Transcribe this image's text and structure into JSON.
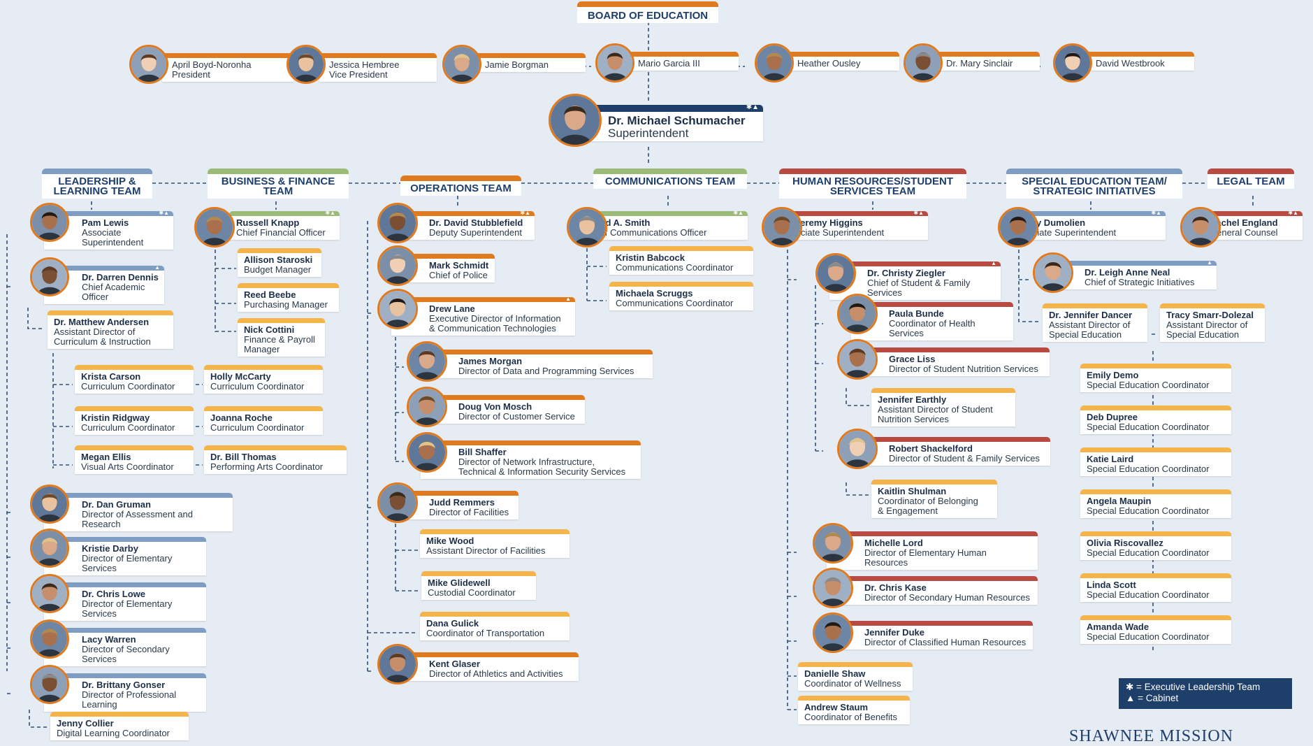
{
  "title": "BOARD OF EDUCATION",
  "colors": {
    "blue": "#7f9cc2",
    "green": "#9dbb78",
    "orange": "#e07a1f",
    "red": "#b84a42",
    "yellow": "#f5b44a",
    "navy": "#1f3f6b"
  },
  "board": [
    {
      "name": "April Boyd-Noronha",
      "title": "President"
    },
    {
      "name": "Jessica Hembree",
      "title": "Vice President"
    },
    {
      "name": "Jamie Borgman",
      "title": ""
    },
    {
      "name": "Mario Garcia III",
      "title": ""
    },
    {
      "name": "Heather Ousley",
      "title": ""
    },
    {
      "name": "Dr. Mary Sinclair",
      "title": ""
    },
    {
      "name": "David Westbrook",
      "title": ""
    }
  ],
  "superintendent": {
    "name": "Dr. Michael Schumacher",
    "title": "Superintendent",
    "badge": "✱▲"
  },
  "teams": [
    {
      "label": "LEADERSHIP &\nLEARNING TEAM",
      "color": "blue"
    },
    {
      "label": "BUSINESS & FINANCE\nTEAM",
      "color": "green"
    },
    {
      "label": "OPERATIONS TEAM",
      "color": "orange"
    },
    {
      "label": "COMMUNICATIONS TEAM",
      "color": "green"
    },
    {
      "label": "HUMAN RESOURCES/STUDENT\nSERVICES TEAM",
      "color": "red"
    },
    {
      "label": "SPECIAL EDUCATION TEAM/\nSTRATEGIC INITIATIVES",
      "color": "blue"
    },
    {
      "label": "LEGAL TEAM",
      "color": "red"
    }
  ],
  "people": [
    {
      "name": "Pam Lewis",
      "title": "Associate Superintendent",
      "badge": "✱▲"
    },
    {
      "name": "Dr. Darren Dennis",
      "title": "Chief Academic Officer",
      "badge": "▲"
    },
    {
      "name": "Dr. Matthew Andersen",
      "title": "Assistant Director of\nCurriculum & Instruction"
    },
    {
      "name": "Krista Carson",
      "title": "Curriculum Coordinator"
    },
    {
      "name": "Holly McCarty",
      "title": "Curriculum Coordinator"
    },
    {
      "name": "Kristin Ridgway",
      "title": "Curriculum Coordinator"
    },
    {
      "name": "Joanna Roche",
      "title": "Curriculum Coordinator"
    },
    {
      "name": "Megan Ellis",
      "title": "Visual Arts Coordinator"
    },
    {
      "name": "Dr. Bill Thomas",
      "title": "Performing Arts Coordinator"
    },
    {
      "name": "Dr. Dan Gruman",
      "title": "Director of Assessment and Research"
    },
    {
      "name": "Kristie Darby",
      "title": "Director of Elementary Services"
    },
    {
      "name": "Dr. Chris Lowe",
      "title": "Director of Elementary Services"
    },
    {
      "name": "Lacy Warren",
      "title": "Director of Secondary Services"
    },
    {
      "name": "Dr. Brittany Gonser",
      "title": "Director of Professional Learning"
    },
    {
      "name": "Jenny Collier",
      "title": "Digital Learning Coordinator"
    },
    {
      "name": "Russell Knapp",
      "title": "Chief Financial Officer",
      "badge": "✱▲"
    },
    {
      "name": "Allison Staroski",
      "title": "Budget Manager"
    },
    {
      "name": "Reed Beebe",
      "title": "Purchasing Manager"
    },
    {
      "name": "Nick Cottini",
      "title": "Finance & Payroll\nManager"
    },
    {
      "name": "Dr. David Stubblefield",
      "title": "Deputy Superintendent",
      "badge": "✱▲"
    },
    {
      "name": "Mark Schmidt",
      "title": "Chief of Police"
    },
    {
      "name": "Drew Lane",
      "title": "Executive Director of Information\n& Communication Technologies",
      "badge": "▲"
    },
    {
      "name": "James Morgan",
      "title": "Director of Data and Programming Services"
    },
    {
      "name": "Doug Von Mosch",
      "title": "Director of Customer Service"
    },
    {
      "name": "Bill Shaffer",
      "title": "Director of Network Infrastructure,\nTechnical & Information Security Services"
    },
    {
      "name": "Judd Remmers",
      "title": "Director of Facilities"
    },
    {
      "name": "Mike Wood",
      "title": "Assistant Director of Facilities"
    },
    {
      "name": "Mike Glidewell",
      "title": "Custodial Coordinator"
    },
    {
      "name": "Dana Gulick",
      "title": "Coordinator of Transportation"
    },
    {
      "name": "Kent Glaser",
      "title": "Director of Athletics and Activities"
    },
    {
      "name": "David A. Smith",
      "title": "Chief Communications Officer",
      "badge": "✱▲"
    },
    {
      "name": "Kristin Babcock",
      "title": "Communications Coordinator"
    },
    {
      "name": "Michaela Scruggs",
      "title": "Communications Coordinator"
    },
    {
      "name": "Dr. Jeremy Higgins",
      "title": "Associate Superintendent",
      "badge": "✱▲"
    },
    {
      "name": "Dr. Christy Ziegler",
      "title": "Chief of Student & Family Services",
      "badge": "▲"
    },
    {
      "name": "Paula Bunde",
      "title": "Coordinator of Health Services"
    },
    {
      "name": "Grace Liss",
      "title": "Director of Student Nutrition Services"
    },
    {
      "name": "Jennifer Earthly",
      "title": "Assistant Director of Student\nNutrition Services"
    },
    {
      "name": "Robert Shackelford",
      "title": "Director of Student & Family Services"
    },
    {
      "name": "Kaitlin Shulman",
      "title": "Coordinator of Belonging\n& Engagement"
    },
    {
      "name": "Michelle Lord",
      "title": "Director of Elementary Human Resources"
    },
    {
      "name": "Dr. Chris Kase",
      "title": "Director of Secondary Human Resources"
    },
    {
      "name": "Jennifer Duke",
      "title": "Director of Classified Human Resources"
    },
    {
      "name": "Danielle Shaw",
      "title": "Coordinator of Wellness"
    },
    {
      "name": "Andrew Staum",
      "title": "Coordinator of Benefits"
    },
    {
      "name": "Sherry Dumolien",
      "title": "Associate Superintendent",
      "badge": "✱▲"
    },
    {
      "name": "Dr. Leigh Anne Neal",
      "title": "Chief of Strategic Initiatives",
      "badge": "▲"
    },
    {
      "name": "Dr. Jennifer Dancer",
      "title": "Assistant Director of\nSpecial Education"
    },
    {
      "name": "Tracy Smarr-Dolezal",
      "title": "Assistant Director of\nSpecial Education"
    },
    {
      "name": "Emily Demo",
      "title": "Special Education Coordinator"
    },
    {
      "name": "Deb Dupree",
      "title": "Special Education Coordinator"
    },
    {
      "name": "Katie Laird",
      "title": "Special Education Coordinator"
    },
    {
      "name": "Angela Maupin",
      "title": "Special Education Coordinator"
    },
    {
      "name": "Olivia Riscovallez",
      "title": "Special Education Coordinator"
    },
    {
      "name": "Linda Scott",
      "title": "Special Education Coordinator"
    },
    {
      "name": "Amanda Wade",
      "title": "Special Education Coordinator"
    },
    {
      "name": "Rachel England",
      "title": "General Counsel",
      "badge": "✱▲"
    }
  ],
  "legend": {
    "line1": "✱ = Executive Leadership Team",
    "line2": "▲ = Cabinet"
  },
  "brand": "SHAWNEE MISSION"
}
